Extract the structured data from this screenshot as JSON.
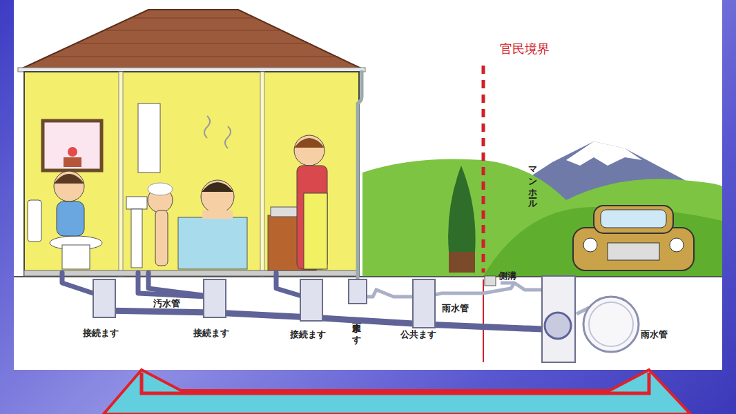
{
  "diagram": {
    "labels": [
      "官民境界",
      "マンホール",
      "側溝",
      "雨水管",
      "接続ます",
      "汚水管",
      "接続ます",
      "接続ます",
      "雨水ます",
      "公共ます",
      "雨水管"
    ]
  }
}
